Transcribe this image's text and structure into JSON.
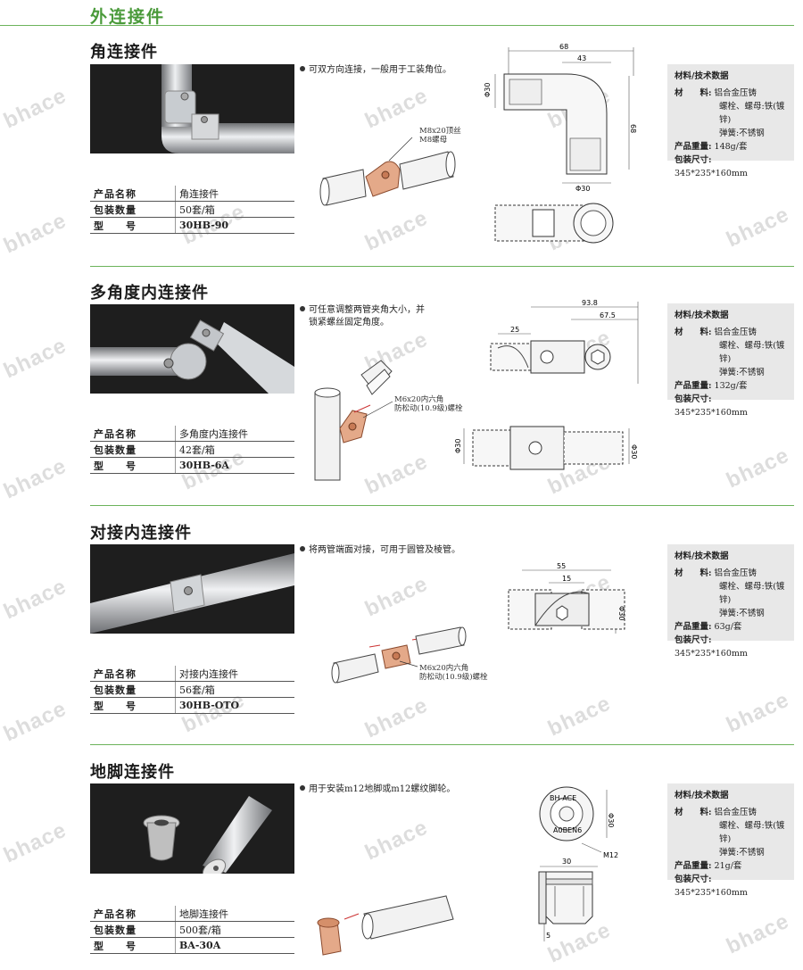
{
  "page_title": "外连接件",
  "watermark": "bhace",
  "material_heading": "材料/技术数据",
  "labels": {
    "name": "产品名称",
    "qty": "包装数量",
    "model": "型　　号",
    "material": "材　　料:",
    "weight": "产品重量:",
    "size": "包装尺寸:"
  },
  "sections": [
    {
      "title": "角连接件",
      "desc": "可双方向连接，一般用于工装角位。",
      "note1": "M8x20顶丝",
      "note2": "M8螺母",
      "name": "角连接件",
      "qty": "50套/箱",
      "model": "30HB-90",
      "mat1": "铝合金压铸",
      "mat2": "螺栓、螺母:铁(镀锌)",
      "mat3": "弹簧:不锈钢",
      "weight": "148g/套",
      "size": "345*235*160mm",
      "dims": [
        "68",
        "43",
        "Φ30",
        "68",
        "Φ30"
      ]
    },
    {
      "title": "多角度内连接件",
      "desc1": "可任意调整两管夹角大小，并",
      "desc2": "锁紧螺丝固定角度。",
      "note1": "M6x20内六角",
      "note2": "防松动(10.9级)螺栓",
      "name": "多角度内连接件",
      "qty": "42套/箱",
      "model": "30HB-6A",
      "mat1": "铝合金压铸",
      "mat2": "螺栓、螺母:铁(镀锌)",
      "mat3": "弹簧:不锈钢",
      "weight": "132g/套",
      "size": "345*235*160mm",
      "dims": [
        "93.8",
        "67.5",
        "25",
        "Φ30",
        "Φ30"
      ]
    },
    {
      "title": "对接内连接件",
      "desc": "将两管端面对接，可用于圆管及棱管。",
      "note1": "M6x20内六角",
      "note2": "防松动(10.9级)螺栓",
      "name": "对接内连接件",
      "qty": "56套/箱",
      "model": "30HB-OTO",
      "mat1": "铝合金压铸",
      "mat2": "螺栓、螺母:铁(镀锌)",
      "mat3": "弹簧:不锈钢",
      "weight": "63g/套",
      "size": "345*235*160mm",
      "dims": [
        "55",
        "15",
        "Φ30"
      ]
    },
    {
      "title": "地脚连接件",
      "desc": "用于安装m12地脚或m12螺纹脚轮。",
      "note1": "M12",
      "name": "地脚连接件",
      "qty": "500套/箱",
      "model": "BA-30A",
      "mat1": "铝合金压铸",
      "mat2": "螺栓、螺母:铁(镀锌)",
      "mat3": "弹簧:不锈钢",
      "weight": "21g/套",
      "size": "345*235*160mm",
      "dims": [
        "Φ30",
        "30",
        "5"
      ],
      "part_text1": "BH-ACE",
      "part_text2": "A0BEN6"
    }
  ]
}
